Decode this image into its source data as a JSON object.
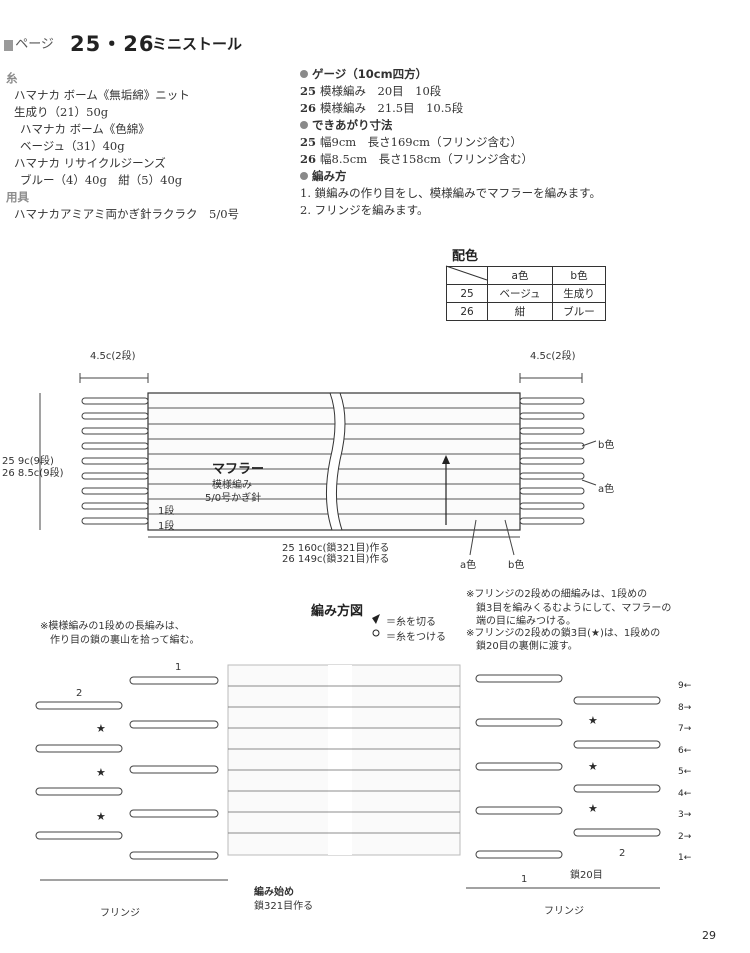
{
  "header": {
    "page_ref": "ページ",
    "numbers": "25・26",
    "name": "ミニストール"
  },
  "materials": {
    "heading": "糸",
    "lines": [
      "ハマナカ ボーム《無垢綿》ニット",
      "生成り（21）50g",
      "ハマナカ ボーム《色綿》",
      "ベージュ（31）40g",
      "ハマナカ リサイクルジーンズ",
      "ブルー（4）40g　紺（5）40g"
    ],
    "tool_heading": "用具",
    "tool": "ハマナカアミアミ両かぎ針ラクラク　5/0号"
  },
  "gauge": {
    "heading": "ゲージ（10cm四方）",
    "lines": [
      {
        "num": "25",
        "text": "模様編み　20目　10段"
      },
      {
        "num": "26",
        "text": "模様編み　21.5目　10.5段"
      }
    ]
  },
  "size": {
    "heading": "できあがり寸法",
    "lines": [
      {
        "num": "25",
        "text": "幅9cm　長さ169cm（フリンジ含む）"
      },
      {
        "num": "26",
        "text": "幅8.5cm　長さ158cm（フリンジ含む）"
      }
    ]
  },
  "method": {
    "heading": "編み方",
    "steps": [
      "1. 鎖編みの作り目をし、模様編みでマフラーを編みます。",
      "2. フリンジを編みます。"
    ]
  },
  "color_table": {
    "title": "配色",
    "col_a": "a色",
    "col_b": "b色",
    "rows": [
      {
        "num": "25",
        "a": "ベージュ",
        "b": "生成り"
      },
      {
        "num": "26",
        "a": "紺",
        "b": "ブルー"
      }
    ]
  },
  "schematic": {
    "left_width": "4.5c(2段)",
    "right_width": "4.5c(2段)",
    "height_25": "25 9c(9段)",
    "height_26": "26 8.5c(9段)",
    "muffler_title": "マフラー",
    "pattern": "模様編み",
    "hook": "5/0号かぎ針",
    "row1": "1段",
    "row1b": "1段",
    "length_25": "25 160c(鎖321目)作る",
    "length_26": "26 149c(鎖321目)作る",
    "a_color": "a色",
    "b_color": "b色",
    "b_color_right": "b色",
    "a_color_right": "a色"
  },
  "chart": {
    "title": "編み方図",
    "legend_cut": "＝糸を切る",
    "legend_join": "＝糸をつける",
    "note_left_1": "※模様編みの1段めの長編みは、",
    "note_left_2": "作り目の鎖の裏山を拾って編む。",
    "note_right_1": "※フリンジの2段めの細編みは、1段めの",
    "note_right_2": "鎖3目を編みくるむようにして、マフラーの",
    "note_right_3": "端の目に編みつける。",
    "note_right_4": "※フリンジの2段めの鎖3目(★)は、1段めの",
    "note_right_5": "鎖20目の裏側に渡す。",
    "start_1": "編み始め",
    "start_2": "鎖321目作る",
    "chain20": "鎖20目",
    "fringe_left": "フリンジ",
    "fringe_right": "フリンジ",
    "row_numbers": [
      "9←",
      "8→",
      "7→",
      "6←",
      "5←",
      "4←",
      "3→",
      "2→",
      "1←"
    ],
    "arrow_1": "1",
    "arrow_2": "2",
    "arrow_2b": "2",
    "arrow_1b": "1"
  },
  "page_number": "29"
}
